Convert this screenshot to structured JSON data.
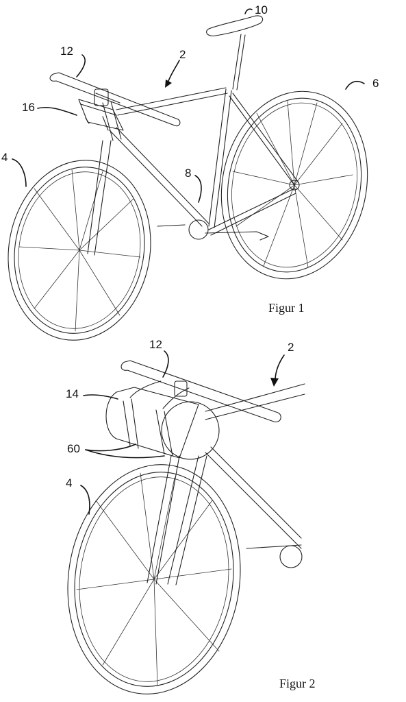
{
  "figures": [
    {
      "caption": "Figur 1",
      "labels": [
        "10",
        "12",
        "2",
        "6",
        "16",
        "4",
        "8"
      ]
    },
    {
      "caption": "Figur 2",
      "labels": [
        "12",
        "2",
        "14",
        "60",
        "4"
      ]
    }
  ]
}
